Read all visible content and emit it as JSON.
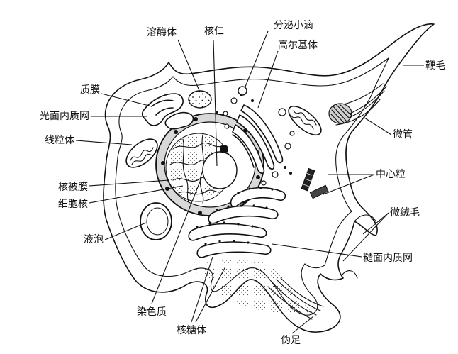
{
  "labels": {
    "lysosome": "溶酶体",
    "nucleolus": "核仁",
    "secretory_vesicle": "分泌小滴",
    "golgi": "高尔基体",
    "flagellum": "鞭毛",
    "plasma_membrane": "质膜",
    "smooth_er": "光面内质网",
    "mitochondrion": "线粒体",
    "microtubule": "微管",
    "centriole": "中心粒",
    "nuclear_envelope": "核被膜",
    "nucleus": "细胞核",
    "microvilli": "微绒毛",
    "vacuole": "液泡",
    "rough_er": "糙面内质网",
    "chromatin": "染色质",
    "ribosome": "核糖体",
    "pseudopod": "伪足"
  },
  "colors": {
    "ink": "#111111",
    "cytoplasm": "#f2f2f2",
    "shade": "#cfcfcf",
    "background": "#ffffff"
  }
}
